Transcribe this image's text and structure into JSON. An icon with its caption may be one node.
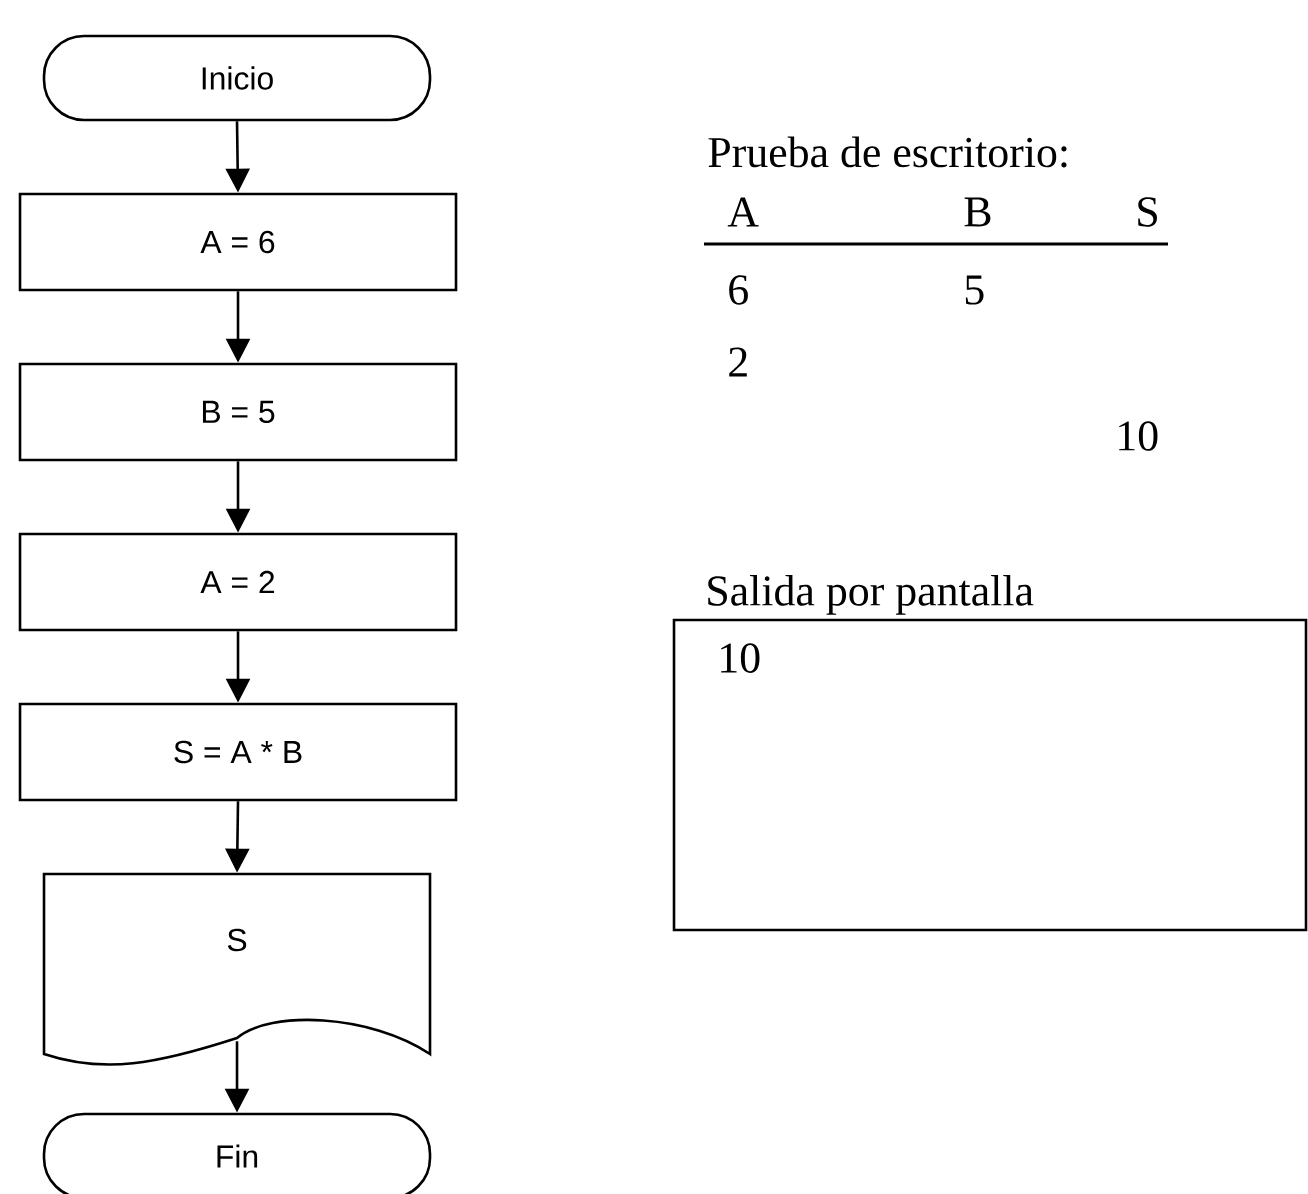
{
  "diagram": {
    "nodes": [
      {
        "text": [
          "Inicio"
        ]
      },
      {
        "text": [
          "A = 6"
        ]
      },
      {
        "text": [
          "B = 5"
        ]
      },
      {
        "text": [
          "A = 2"
        ]
      },
      {
        "text": [
          "S = A * B"
        ]
      },
      {
        "text": [
          "S"
        ]
      },
      {
        "text": [
          "Fin"
        ]
      },
      {
        "text": [
          "Salida por pantalla",
          "10"
        ]
      }
    ],
    "edges": [
      {
        "from": 0,
        "to": 1,
        "arrow": "to"
      },
      {
        "from": 1,
        "to": 2,
        "arrow": "to"
      },
      {
        "from": 2,
        "to": 3,
        "arrow": "to"
      },
      {
        "from": 3,
        "to": 4,
        "arrow": "to"
      },
      {
        "from": 4,
        "to": 5,
        "arrow": "to"
      },
      {
        "from": 5,
        "to": 6,
        "arrow": "to"
      }
    ],
    "labels": [
      "Prueba de escritorio:",
      "A",
      "B",
      "S",
      "6",
      "5",
      "2",
      "10"
    ]
  }
}
